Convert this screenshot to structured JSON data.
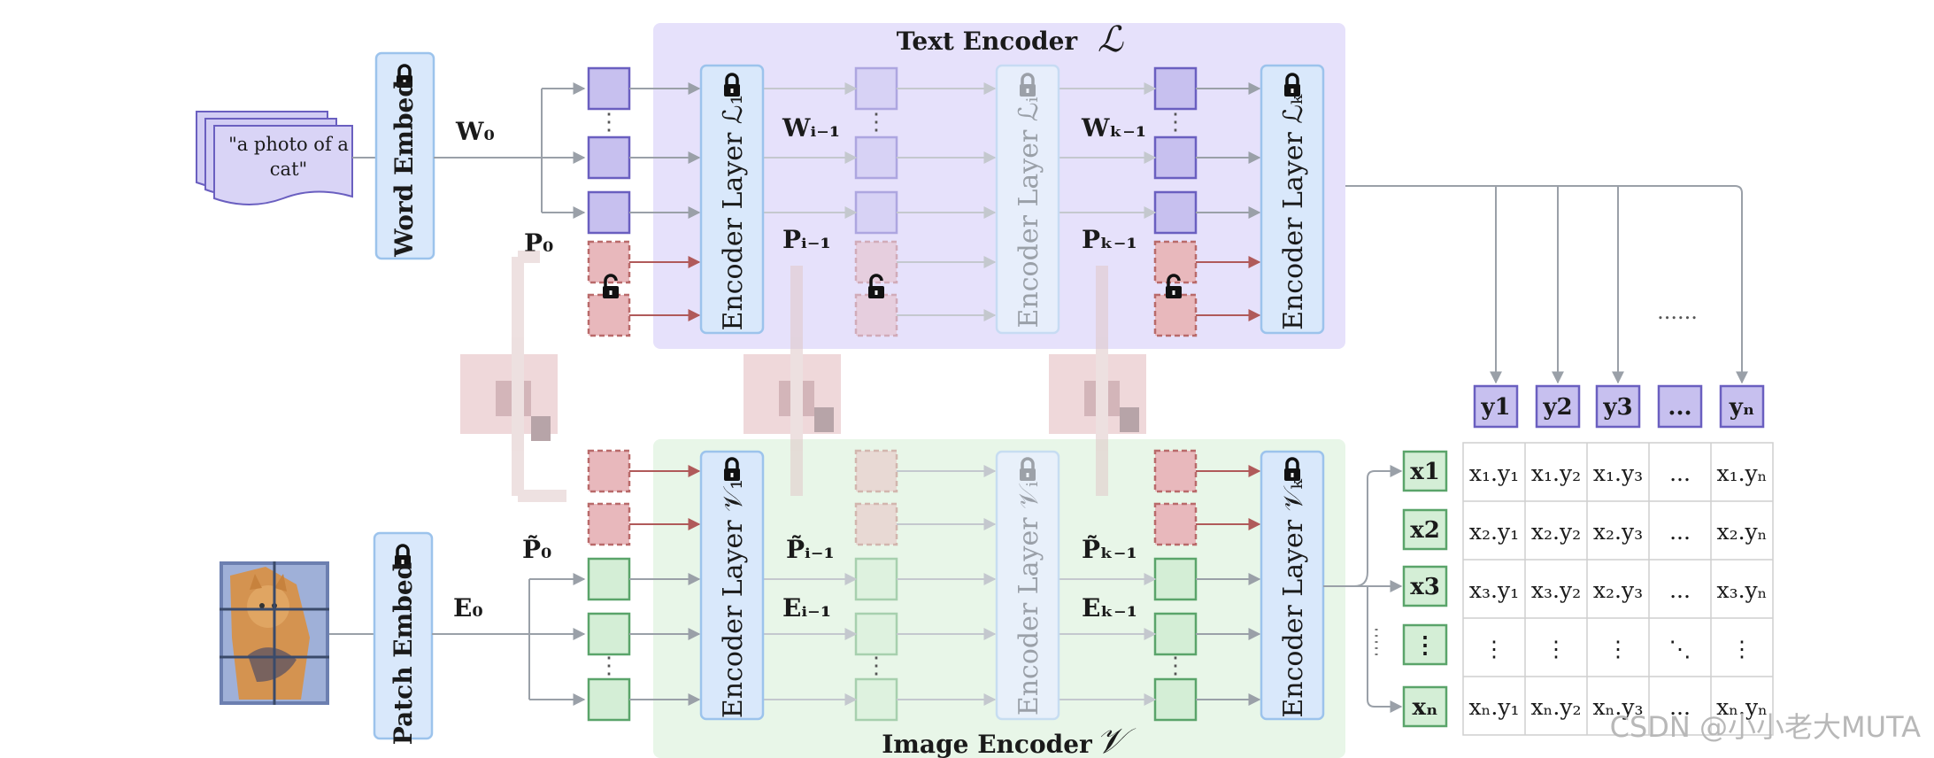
{
  "text_encoder": {
    "title": "Text Encoder",
    "symbol": "ℒ",
    "layer_1": "Encoder Layer ℒ₁",
    "layer_i": "Encoder Layer ℒᵢ",
    "layer_k": "Encoder Layer ℒₖ"
  },
  "image_encoder": {
    "title": "Image Encoder",
    "symbol": "𝒱",
    "layer_1": "Encoder Layer 𝒱₁",
    "layer_i": "Encoder Layer 𝒱ᵢ",
    "layer_k": "Encoder Layer 𝒱ₖ"
  },
  "text_input": {
    "doc_line1": "\"a photo of a",
    "doc_line2": "cat\"",
    "embed": "Word Embed"
  },
  "image_input": {
    "embed": "Patch Embed"
  },
  "labels": {
    "w0": "W₀",
    "wi1": "Wᵢ₋₁",
    "wk1": "Wₖ₋₁",
    "p0": "P₀",
    "pi1": "Pᵢ₋₁",
    "pk1": "Pₖ₋₁",
    "pt0": "P̃₀",
    "pti1": "P̃ᵢ₋₁",
    "ptk1": "P̃ₖ₋₁",
    "e0": "E₀",
    "ei1": "Eᵢ₋₁",
    "ek1": "Eₖ₋₁",
    "vdots": "⋮",
    "hdots": "......"
  },
  "text_outputs": [
    "y1",
    "y2",
    "y3",
    "...",
    "yₙ"
  ],
  "image_outputs": [
    "x1",
    "x2",
    "x3",
    "⋮",
    "xₙ"
  ],
  "matrix": [
    [
      "x₁.y₁",
      "x₁.y₂",
      "x₁.y₃",
      "...",
      "x₁.yₙ"
    ],
    [
      "x₂.y₁",
      "x₂.y₂",
      "x₂.y₃",
      "...",
      "x₂.yₙ"
    ],
    [
      "x₃.y₁",
      "x₃.y₂",
      "x₂.y₃",
      "...",
      "x₃.yₙ"
    ],
    [
      "⋮",
      "⋮",
      "⋮",
      "⋱",
      "⋮"
    ],
    [
      "xₙ.y₁",
      "xₙ.y₂",
      "xₙ.y₃",
      "...",
      "xₙ.yₙ"
    ]
  ],
  "watermark": "CSDN @小小老大MUTA",
  "colors": {
    "text_bg": "#e6e1fb",
    "image_bg": "#e8f6e8",
    "layer_fill": "#d9e8fb",
    "layer_stroke": "#9cc3ec",
    "text_token": "#c7c0ef",
    "text_token_stroke": "#6a5fc0",
    "image_token": "#d4eed6",
    "image_token_stroke": "#5aa46a",
    "prompt": "#e8b8bc",
    "prompt_stroke": "#b96a6a",
    "arrow": "#9aa0a8",
    "prompt_arrow": "#b05a5a"
  }
}
